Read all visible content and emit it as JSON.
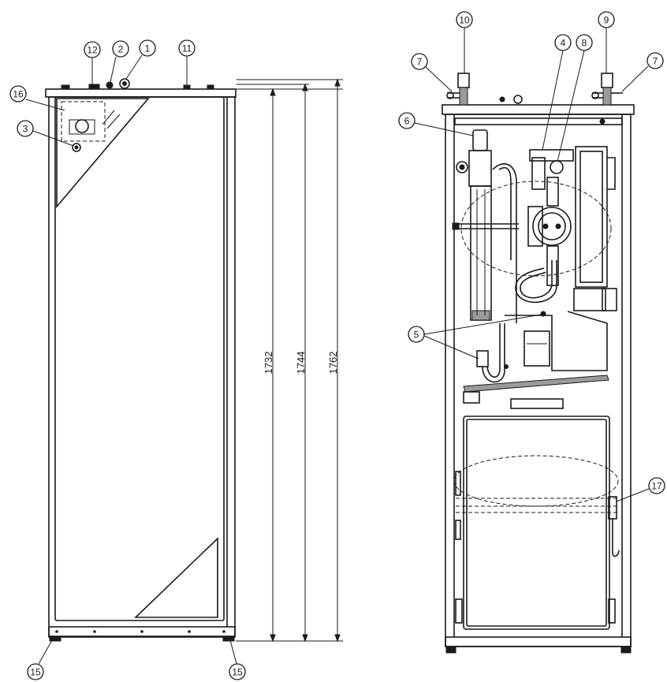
{
  "callouts": {
    "c1": "1",
    "c2": "2",
    "c3": "3",
    "c4": "4",
    "c5": "5",
    "c6": "6",
    "c7a": "7",
    "c7b": "7",
    "c8": "8",
    "c9": "9",
    "c10": "10",
    "c11": "11",
    "c12": "12",
    "c15a": "15",
    "c15b": "15",
    "c16": "16",
    "c17": "17"
  },
  "dimensions": {
    "d1732": "1732",
    "d1744": "1744",
    "d1762": "1762"
  }
}
